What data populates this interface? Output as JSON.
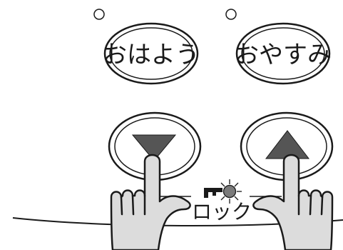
{
  "buttons": {
    "good_morning": {
      "label": "おはよう"
    },
    "good_night": {
      "label": "おやすみ"
    },
    "down": {
      "icon": "down-triangle-icon"
    },
    "up": {
      "icon": "up-triangle-icon"
    }
  },
  "lock": {
    "label": "ロック",
    "icons": [
      "key-icon",
      "indicator-lamp-icon"
    ]
  },
  "colors": {
    "line": "#1a1a1a",
    "triangle": "#555555",
    "hand_fill": "#dcdcdc",
    "background": "#ffffff"
  }
}
